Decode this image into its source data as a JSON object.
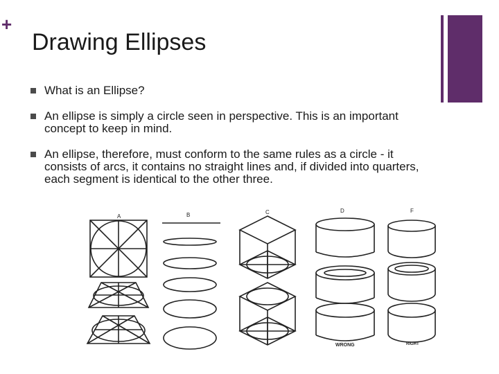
{
  "slide": {
    "plus": "+",
    "title": "Drawing Ellipses",
    "accent_color": "#5f2d6a",
    "bullets": [
      "What is an Ellipse?",
      "An ellipse is simply a circle seen in perspective. This is an important concept to keep in mind.",
      "An ellipse, therefore, must conform to the same rules as a circle - it consists of arcs, it contains no straight lines and, if divided into quarters, each segment is identical to the other three."
    ]
  },
  "figure": {
    "labels": [
      "A",
      "B",
      "C",
      "D",
      "F"
    ],
    "captions": [
      "WRONG",
      "RIGHT"
    ]
  }
}
